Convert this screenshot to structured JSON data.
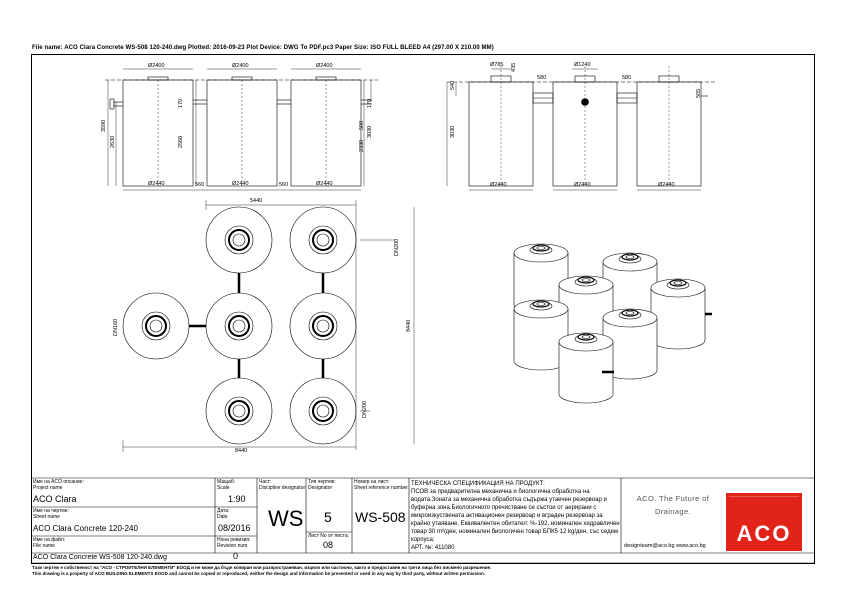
{
  "header": {
    "file_line": "File name: ACO Clara Concrete WS-508 120-240.dwg   Plotted: 2016-09-23   Plot Device: DWG To PDF.pc3   Paper Size: ISO FULL BLEED A4 (297.00 X 210.00 MM)"
  },
  "dims": {
    "d2400": "Ø2400",
    "d2440": "Ø2440",
    "d785": "Ø785",
    "d1240": "Ø1240",
    "h3590": "3590",
    "h2630": "2630",
    "h2560": "2560",
    "h3030": "3030",
    "h2330": "2330",
    "h500": "500",
    "h170": "170",
    "h435": "435",
    "h540": "540",
    "h505": "505",
    "gap560": "560",
    "gap580": "580",
    "w5440": "5440",
    "w8440": "8440",
    "h8440": "8440",
    "dn200": "DN200",
    "dn160": "DN160"
  },
  "titleblock": {
    "project_label": "Име на ACO опсание:",
    "project_label_en": "Project name",
    "project_value": "ACO Clara",
    "scale_label": "Мащаб:",
    "scale_label_en": "Scale",
    "scale_value": "1:90",
    "part_label": "Част:",
    "part_label_en": "Discipline designator",
    "part_value": "WS",
    "type_label": "Тип чертеж:",
    "type_label_en": "Designator",
    "type_value": "5",
    "sheet_no_label": "Номер на лист:",
    "sheet_no_label_en": "Sheet reference number",
    "sheet_no_value": "WS-508",
    "drawing_label": "Име на чертеж:",
    "drawing_label_en": "Sheet name",
    "drawing_value": "ACO Clara Concrete 120-240",
    "date_label": "Дата:",
    "date_label_en": "Date",
    "date_value": "08/2016",
    "sheets_label": "Лист No от листа:",
    "sheets_value": "08",
    "file_label": "Име на файл:",
    "file_label_en": "File name",
    "file_value": "ACO Clara Concrete WS-508 120-240.dwg",
    "revision_label": "Нона ревизия:",
    "revision_label_en": "Revision num.",
    "revision_value": "0"
  },
  "spec": {
    "title": "ТЕХНИЧЕСКА СПЕЦИФИКАЦИЯ НА ПРОДУКТ:",
    "body": "ПСОВ за предварителна механична и биологична обработка на водата.Зоната за механична обработка съдържа утаечен резервоар и буферна зона.Биологичното пречистване се състои от аерирани с микроизкуствената активационен резервоар и вграден резервоар за крайно утаяване. Еквивалентен обитател: %-192, номинален хидравличен товар 30 m³/ден, номинален биологичен товар БПК5 12 kg/ден, със седем корпуса;",
    "art": "АРТ. №: 411080"
  },
  "brand": {
    "slogan_line1": "ACO. The Future of",
    "slogan_line2": "Drainage.",
    "contact": "designteam@aco.bg   www.aco.bg",
    "logo": "ACO",
    "logo_color": "#e2231a"
  },
  "footer": {
    "line1": "Тази чертеж е собственост на \"ACO - СТРОИТЕЛНИ ЕЛЕМЕНТИ\" ЕООД и не може да бъде копиран или разпространяван, изцяло или частично, както и предоставян на трети лица без писмено разрешение.",
    "line2": "This drawing is a property of ACO BUILDING ELEMENTS EOOD and cannot be copied or reproduced, neither the design and information be presented or used in any way by third party, without written permission."
  }
}
